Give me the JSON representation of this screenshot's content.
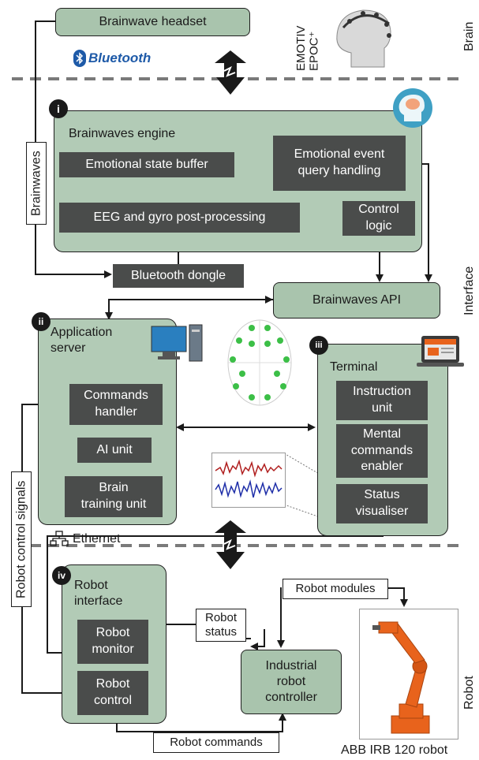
{
  "zones": {
    "brain": "Brain",
    "interface": "Interface",
    "robot": "Robot"
  },
  "headset": {
    "label": "Brainwave headset",
    "product": "EMOTIV\nEPOC⁺",
    "bluetooth": "Bluetooth"
  },
  "engine": {
    "number": "i",
    "title": "Brainwaves engine",
    "state_buffer": "Emotional state buffer",
    "event_query": "Emotional event\nquery handling",
    "eeg": "EEG and gyro post-processing",
    "control": "Control\nlogic",
    "dongle": "Bluetooth dongle",
    "side_label": "Brainwaves"
  },
  "api": {
    "label": "Brainwaves API"
  },
  "server": {
    "number": "ii",
    "title": "Application\nserver",
    "commands": "Commands\nhandler",
    "ai": "AI unit",
    "training": "Brain\ntraining unit",
    "ethernet": "Ethernet"
  },
  "terminal": {
    "number": "iii",
    "title": "Terminal",
    "instruction": "Instruction\nunit",
    "mental": "Mental\ncommands\nenabler",
    "status": "Status\nvisualiser"
  },
  "robot_iface": {
    "number": "iv",
    "title": "Robot\ninterface",
    "monitor": "Robot\nmonitor",
    "control": "Robot\ncontrol",
    "side_label": "Robot control signals"
  },
  "controller": {
    "label": "Industrial\nrobot\ncontroller"
  },
  "robot_status": "Robot\nstatus",
  "robot_modules": "Robot modules",
  "robot_commands": "Robot commands",
  "robot_caption": "ABB IRB 120 robot",
  "colors": {
    "panel": "#b2cbb6",
    "box": "#4a4c4b",
    "accent_orange": "#e8631c"
  },
  "icons": [
    "brain-head-icon",
    "computer-icon",
    "laptop-icon",
    "bluetooth-icon",
    "ethernet-icon",
    "eeg-scalp-icon",
    "waveform-icon",
    "robot-arm-icon"
  ]
}
